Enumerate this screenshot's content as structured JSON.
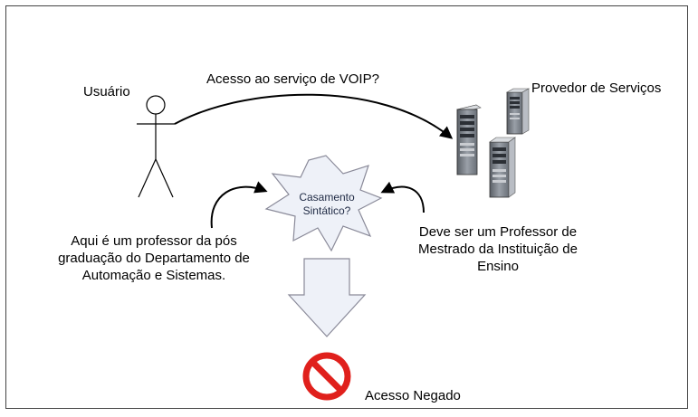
{
  "diagram": {
    "user_label": "Usuário",
    "request_label": "Acesso ao serviço de VOIP?",
    "provider_label": "Provedor de Serviços",
    "match_label": [
      "Casamento",
      "Sintático?"
    ],
    "user_attr": [
      "Aqui é um professor da pós",
      "graduação do Departamento de",
      "Automação e Sistemas."
    ],
    "policy_attr": [
      "Deve ser um Professor de",
      "Mestrado da Instituição de",
      "Ensino"
    ],
    "result_label": "Acesso Negado"
  },
  "colors": {
    "star_fill": "#eef1f8",
    "arrow_fill": "#eef1f8",
    "outline": "#8a8a99",
    "deny": "#e0201c"
  },
  "icons": [
    "stick-figure-user-icon",
    "server-icon",
    "no-entry-icon"
  ]
}
